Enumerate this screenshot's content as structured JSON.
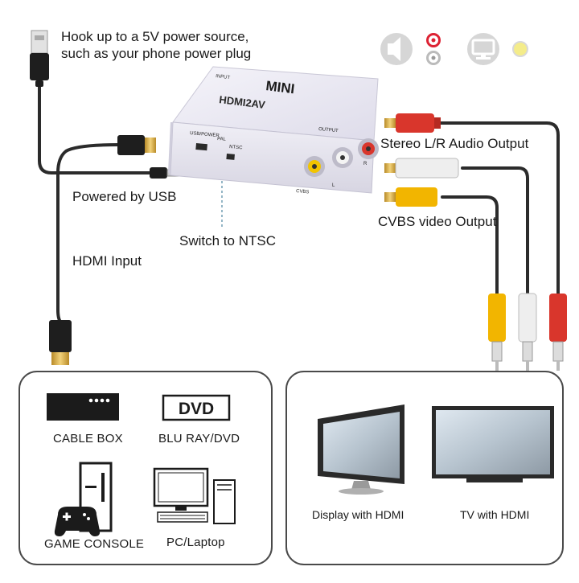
{
  "notes": {
    "power_line1": "Hook up to a 5V power source,",
    "power_line2": "such as your phone power plug",
    "powered_by_usb": "Powered by USB",
    "hdmi_input": "HDMI Input",
    "switch_ntsc": "Switch to NTSC",
    "stereo_output": "Stereo L/R Audio Output",
    "cvbs_output": "CVBS video Output"
  },
  "device": {
    "brand": "MINI",
    "model": "HDMI2AV",
    "port_usb": "USB/POWER",
    "switch_pal": "PAL",
    "switch_ntsc": "NTSC",
    "output": "OUTPUT",
    "cvbs": "CVBS",
    "l": "L",
    "r": "R",
    "input": "INPUT"
  },
  "sources": {
    "cable_box": "CABLE BOX",
    "dvd_logo": "DVD",
    "blu_ray": "BLU RAY/DVD",
    "game_console": "GAME CONSOLE",
    "pc": "PC/Laptop"
  },
  "displays": {
    "hdmi_display": "Display with HDMI",
    "tv": "TV with HDMI"
  },
  "icons": [
    "speaker-icon",
    "rca-jack-icon",
    "monitor-icon",
    "yellow-dot-icon"
  ],
  "colors": {
    "cable": "#2b2b2b",
    "device": "#ecebf3",
    "rca_red": "#d9362c",
    "rca_white": "#eeeeee",
    "rca_yellow": "#f2b500",
    "gold": "#d6a63a",
    "dot_yellow": "#f4ec8a"
  }
}
